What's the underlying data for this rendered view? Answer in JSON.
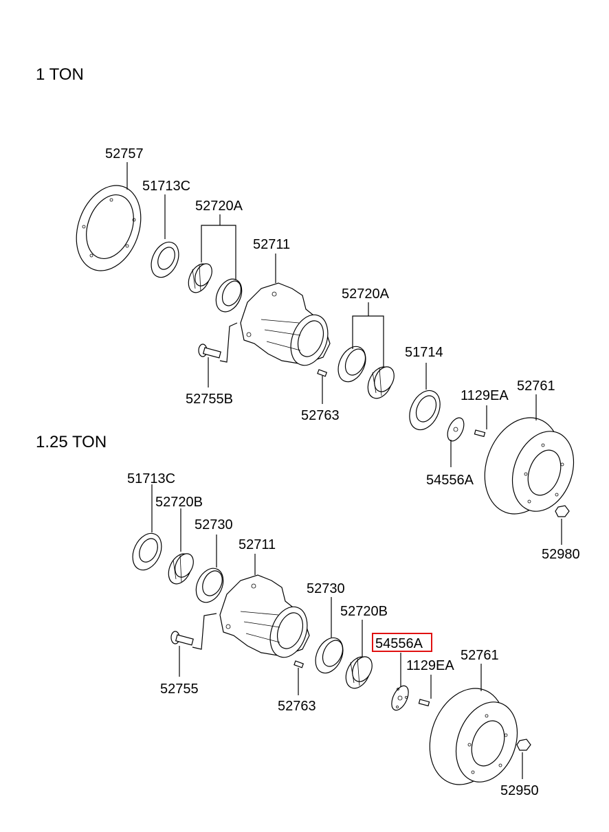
{
  "sections": {
    "top": "1 TON",
    "bottom": "1.25 TON"
  },
  "labels_top": {
    "p52757": "52757",
    "p51713c": "51713C",
    "p52720a_1": "52720A",
    "p52711": "52711",
    "p52720a_2": "52720A",
    "p52755b": "52755B",
    "p52763": "52763",
    "p51714": "51714",
    "p1129ea": "1129EA",
    "p52761": "52761",
    "p54556a": "54556A",
    "p52980": "52980"
  },
  "labels_bottom": {
    "p51713c": "51713C",
    "p52720b_1": "52720B",
    "p52730_1": "52730",
    "p52711": "52711",
    "p52730_2": "52730",
    "p52720b_2": "52720B",
    "p54556a": "54556A",
    "p1129ea": "1129EA",
    "p52761": "52761",
    "p52755": "52755",
    "p52763": "52763",
    "p52950": "52950"
  },
  "highlight": {
    "color": "#e01010"
  }
}
